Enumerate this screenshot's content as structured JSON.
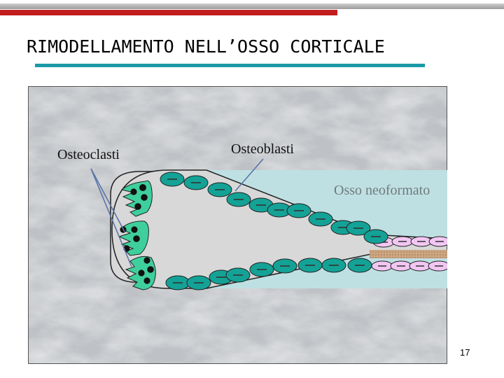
{
  "slide": {
    "title": "RIMODELLAMENTO NELL’OSSO CORTICALE",
    "page_number": "17"
  },
  "diagram": {
    "labels": {
      "osteoclasts": "Osteoclasti",
      "osteoblasts": "Osteoblasti",
      "new_bone": "Osso neoformato"
    },
    "colors": {
      "title_rule": "#1a9aa8",
      "top_bar_red": "#c21e1e",
      "new_bone": "#bfe0e3",
      "resorption_canal": "#d8d8d8",
      "osteoblast_cell": "#14a296",
      "osteoclast_cell": "#3fcf9d",
      "pink_cell": "#f2c6f2",
      "vessel": "#c9a27e",
      "marble_bg": "#e2e4e7"
    }
  }
}
